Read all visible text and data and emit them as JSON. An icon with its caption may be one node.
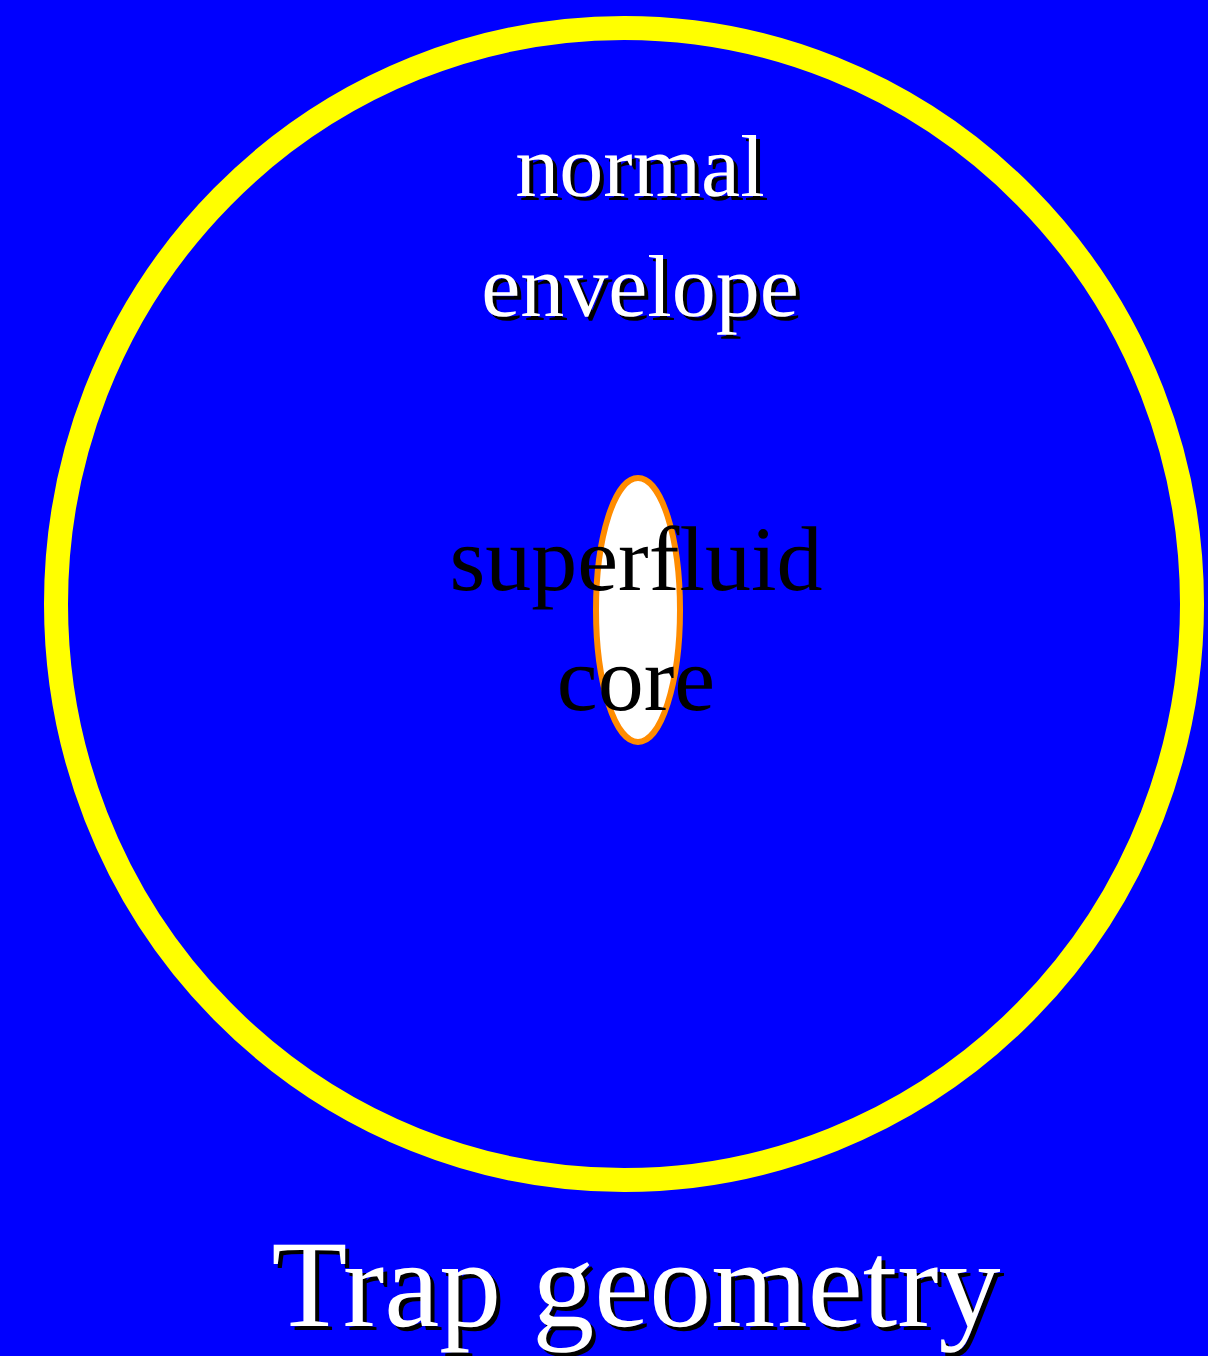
{
  "diagram": {
    "title": "Trap geometry",
    "nodes": [
      {
        "text": [
          "normal envelope"
        ]
      },
      {
        "text": [
          "superfluid core"
        ],
        "in": 0
      }
    ]
  }
}
